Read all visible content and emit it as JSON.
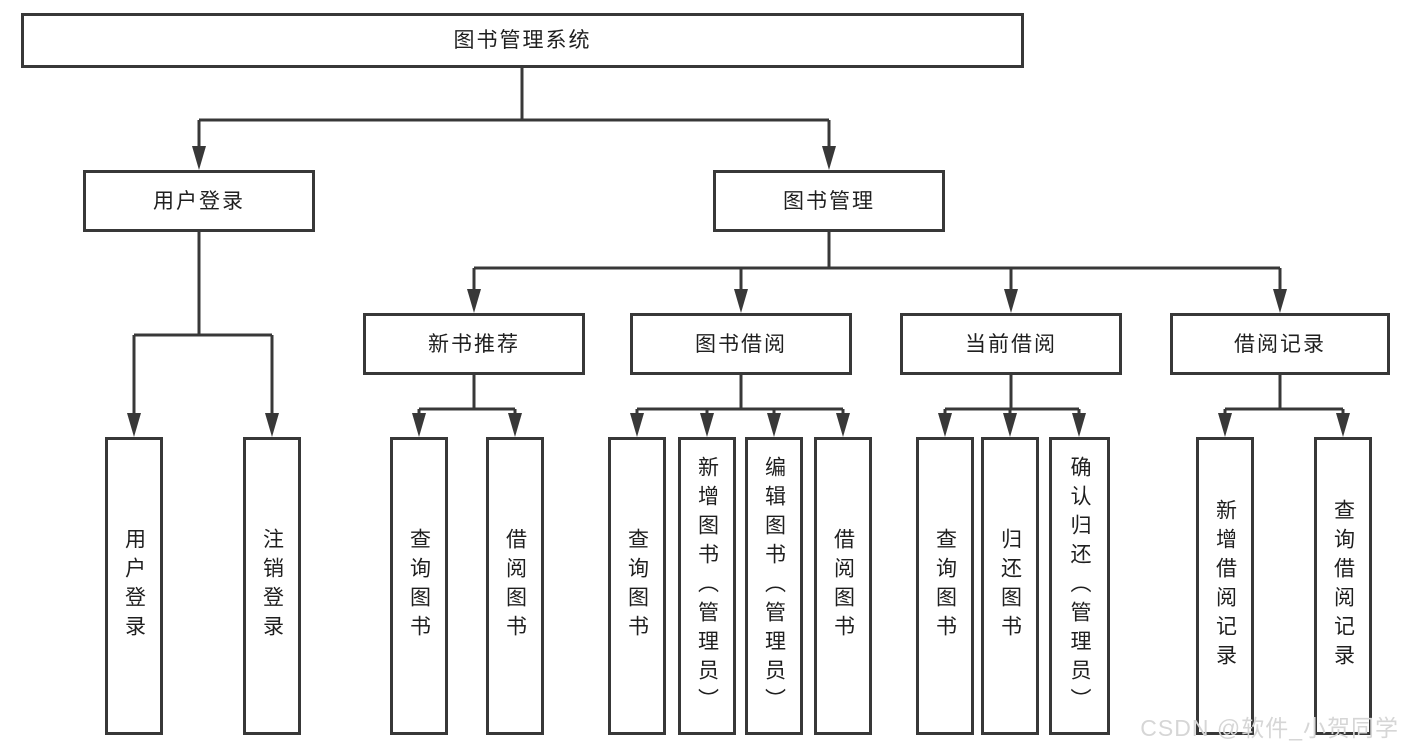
{
  "diagram": {
    "title": "图书管理系统",
    "branches": [
      {
        "label": "用户登录",
        "children": [
          "用户登录",
          "注销登录"
        ]
      },
      {
        "label": "图书管理",
        "modules": [
          {
            "label": "新书推荐",
            "children": [
              "查询图书",
              "借阅图书"
            ]
          },
          {
            "label": "图书借阅",
            "children": [
              "查询图书",
              "新增图书（管理员）",
              "编辑图书（管理员）",
              "借阅图书"
            ]
          },
          {
            "label": "当前借阅",
            "children": [
              "查询图书",
              "归还图书",
              "确认归还（管理员）"
            ]
          },
          {
            "label": "借阅记录",
            "children": [
              "新增借阅记录",
              "查询借阅记录"
            ]
          }
        ]
      }
    ]
  },
  "watermark": "CSDN @软件_小贺同学",
  "colors": {
    "line": "#383838",
    "text": "#1f1f1f",
    "background": "#ffffff",
    "watermark": "#d6d6d6"
  }
}
